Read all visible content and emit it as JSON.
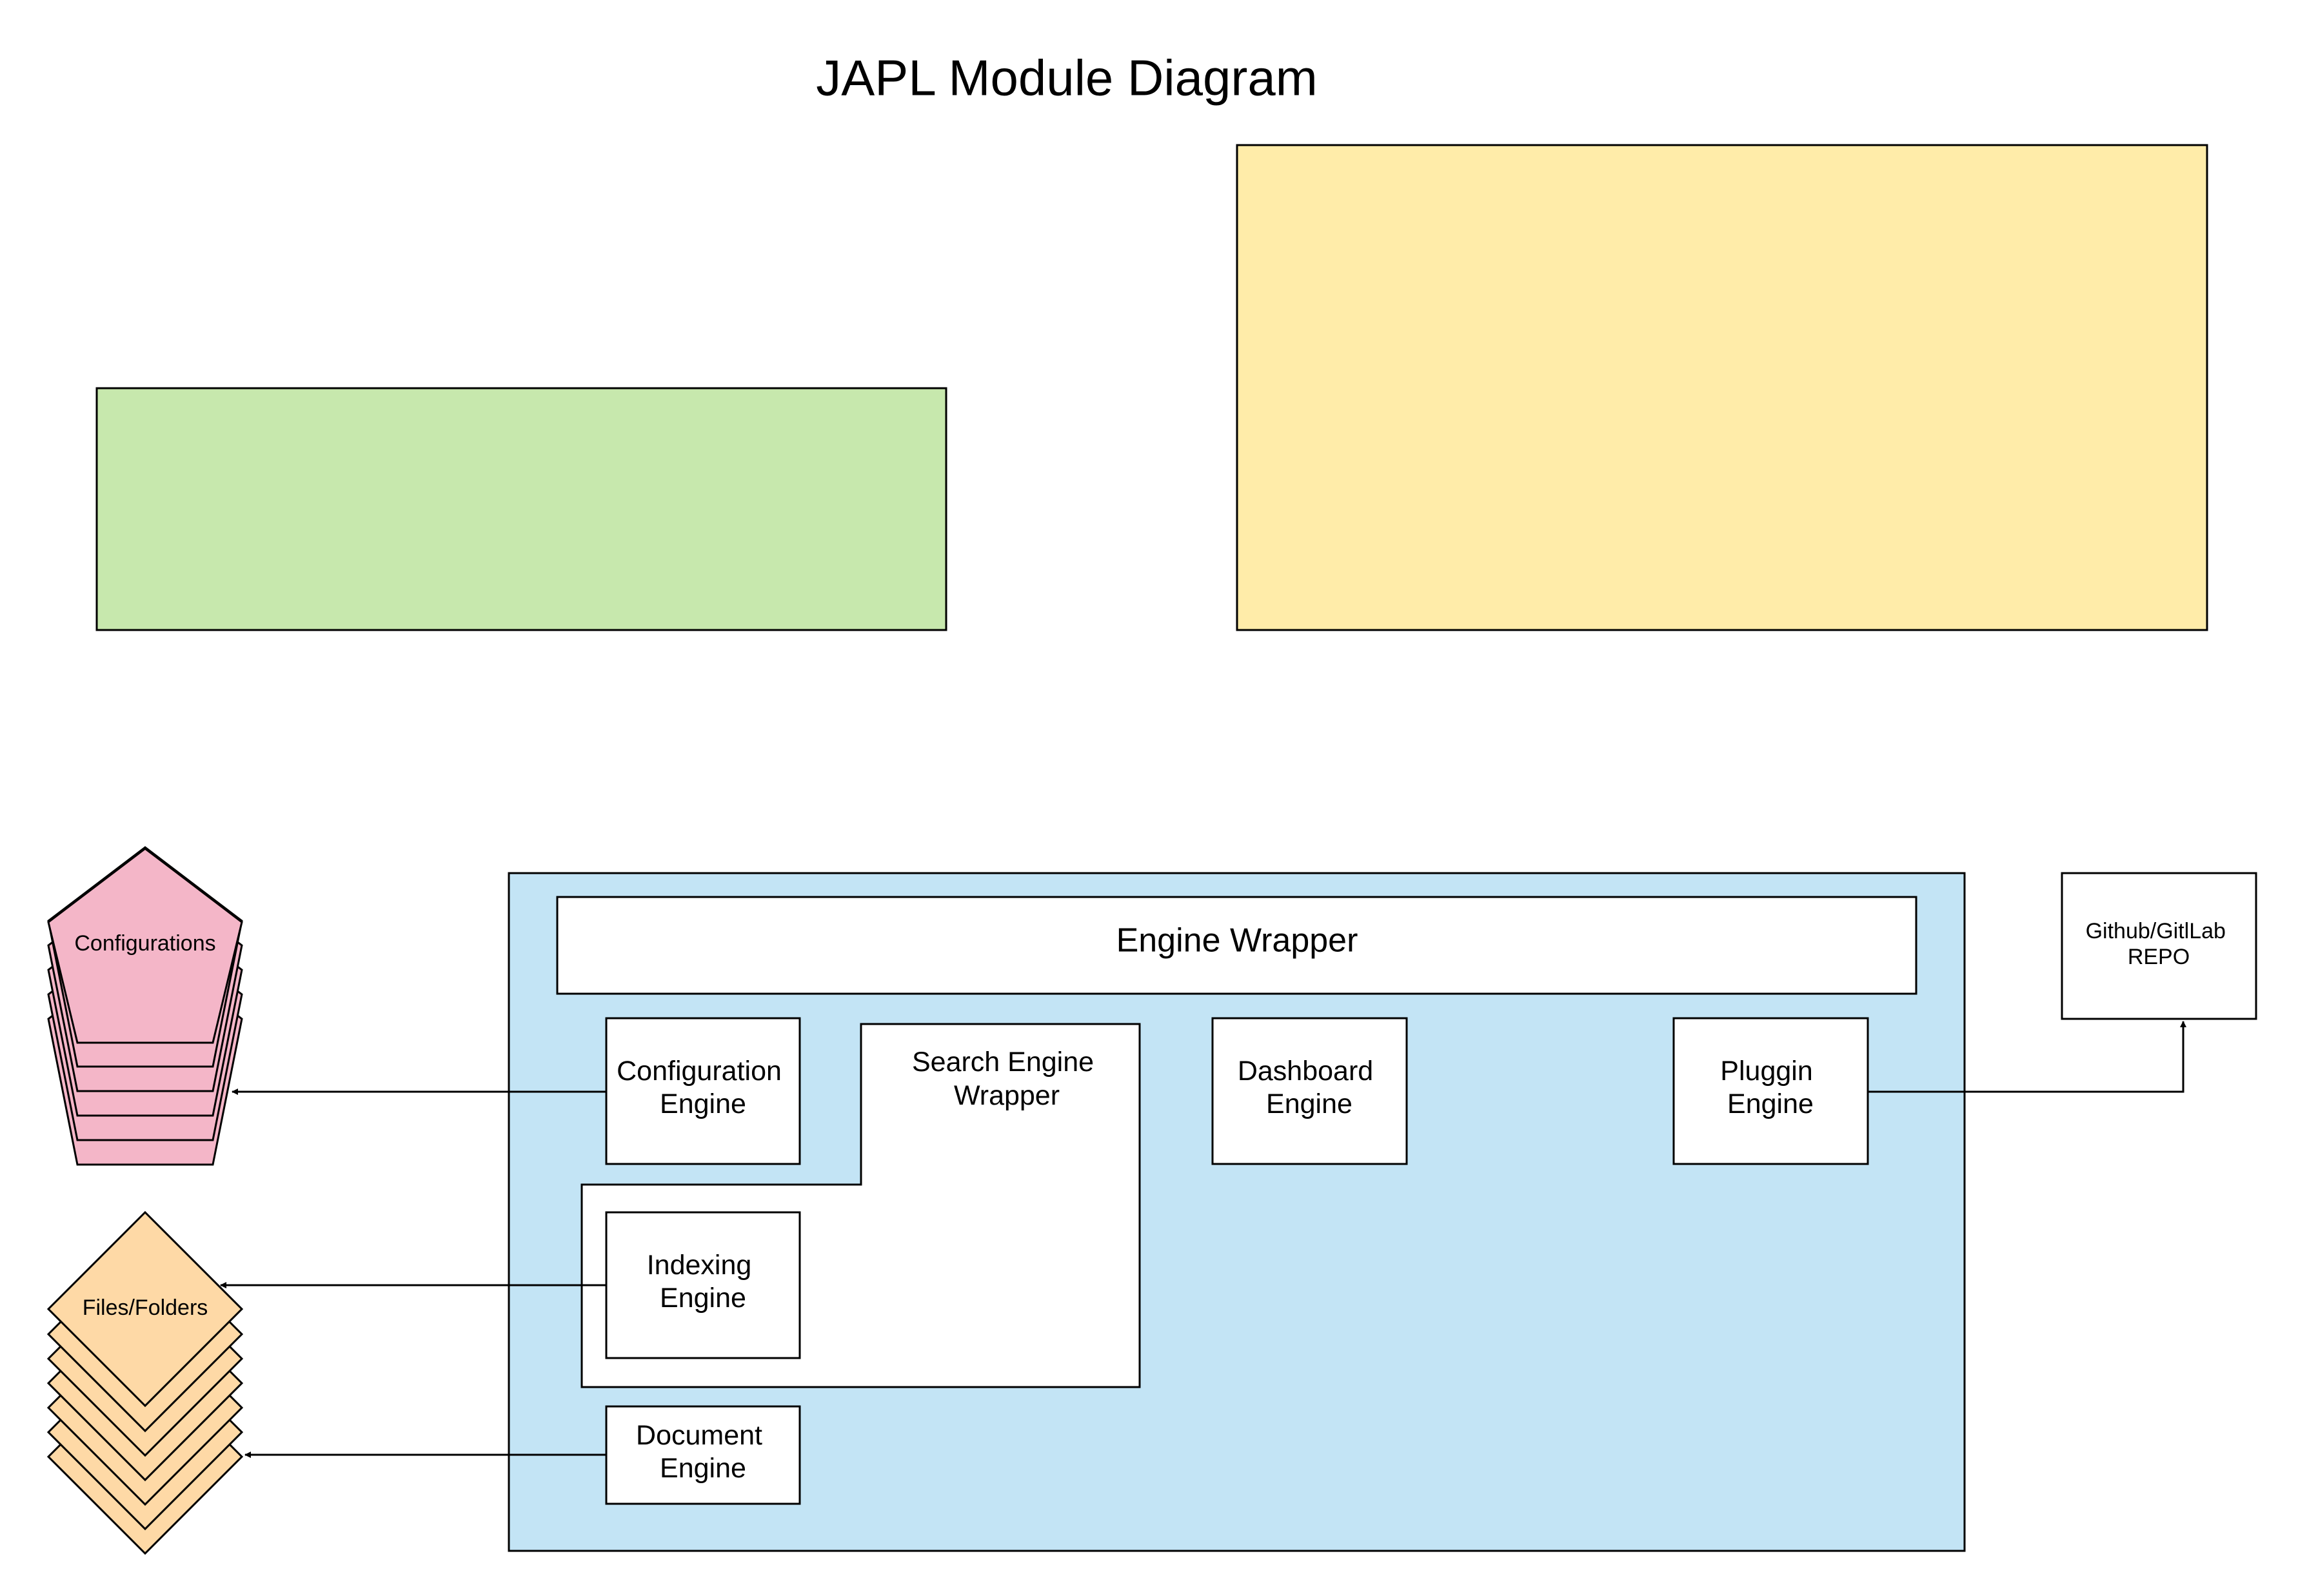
{
  "diagram": {
    "title": "JAPL Module Diagram",
    "colors": {
      "green_area": "#c7e8ad",
      "yellow_area": "#ffeca9",
      "engine_container": "#c3e4f5",
      "configurations": "#f4b6c8",
      "files_folders": "#fed9a6",
      "box": "#ffffff",
      "stroke": "#000000"
    },
    "nodes": {
      "engine_wrapper": "Engine Wrapper",
      "configuration_engine": [
        "Configuration",
        "Engine"
      ],
      "search_engine_wrapper": [
        "Search Engine",
        "Wrapper"
      ],
      "indexing_engine": [
        "Indexing",
        "Engine"
      ],
      "document_engine": [
        "Document",
        "Engine"
      ],
      "dashboard_engine": [
        "Dashboard",
        "Engine"
      ],
      "pluggin_engine": [
        "Pluggin",
        "Engine"
      ],
      "repo": [
        "Github/GitlLab",
        "REPO"
      ],
      "configurations": "Configurations",
      "files_folders": "Files/Folders"
    },
    "edges": [
      {
        "from": "Configuration Engine",
        "to": "Configurations"
      },
      {
        "from": "Indexing Engine",
        "to": "Files/Folders"
      },
      {
        "from": "Document Engine",
        "to": "Files/Folders"
      },
      {
        "from": "Pluggin Engine",
        "to": "Github/GitlLab REPO"
      }
    ]
  }
}
